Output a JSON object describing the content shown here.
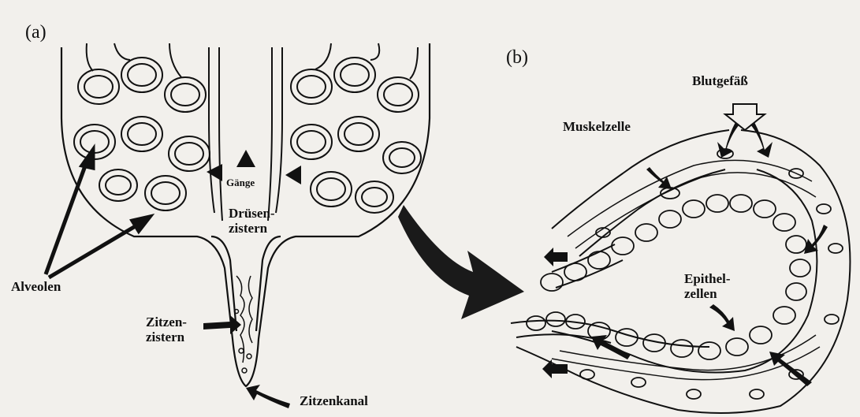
{
  "panels": {
    "a": "(a)",
    "b": "(b)"
  },
  "labels": {
    "alveolen": "Alveolen",
    "gaenge": "Gänge",
    "druesen_line1": "Drüsen-",
    "druesen_line2": "zistern",
    "zitzen_line1": "Zitzen-",
    "zitzen_line2": "zistern",
    "zitzenkanal": "Zitzenkanal",
    "blutgefaess": "Blutgefäß",
    "muskelzelle": "Muskelzelle",
    "epithel_line1": "Epithel-",
    "epithel_line2": "zellen"
  },
  "colors": {
    "ink": "#111111",
    "paper": "#f2f0ec",
    "arrow_fill": "#1a1a1a"
  }
}
